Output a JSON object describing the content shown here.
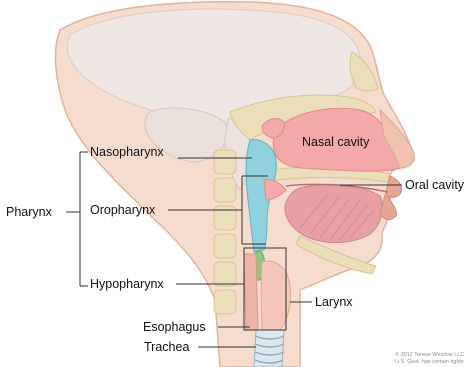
{
  "diagram": {
    "group_label": "Pharynx",
    "labels": {
      "nasopharynx": "Nasopharynx",
      "oropharynx": "Oropharynx",
      "hypopharynx": "Hypopharynx",
      "nasal_cavity": "Nasal cavity",
      "oral_cavity": "Oral cavity",
      "larynx": "Larynx",
      "esophagus": "Esophagus",
      "trachea": "Trachea"
    },
    "credit": [
      "© 2012 Terese Winslow LLC",
      "U.S. Govt. has certain rights"
    ]
  },
  "colors": {
    "skin": "#f2d2c0",
    "skin_edge": "#e2b3a0",
    "brain": "#ece5e1",
    "bone": "#eadfb8",
    "pink_tissue": "#f3a9a7",
    "throat_cyan": "#8fd1dc",
    "throat_green": "#8cc97f",
    "tongue": "#e9a0a4"
  }
}
